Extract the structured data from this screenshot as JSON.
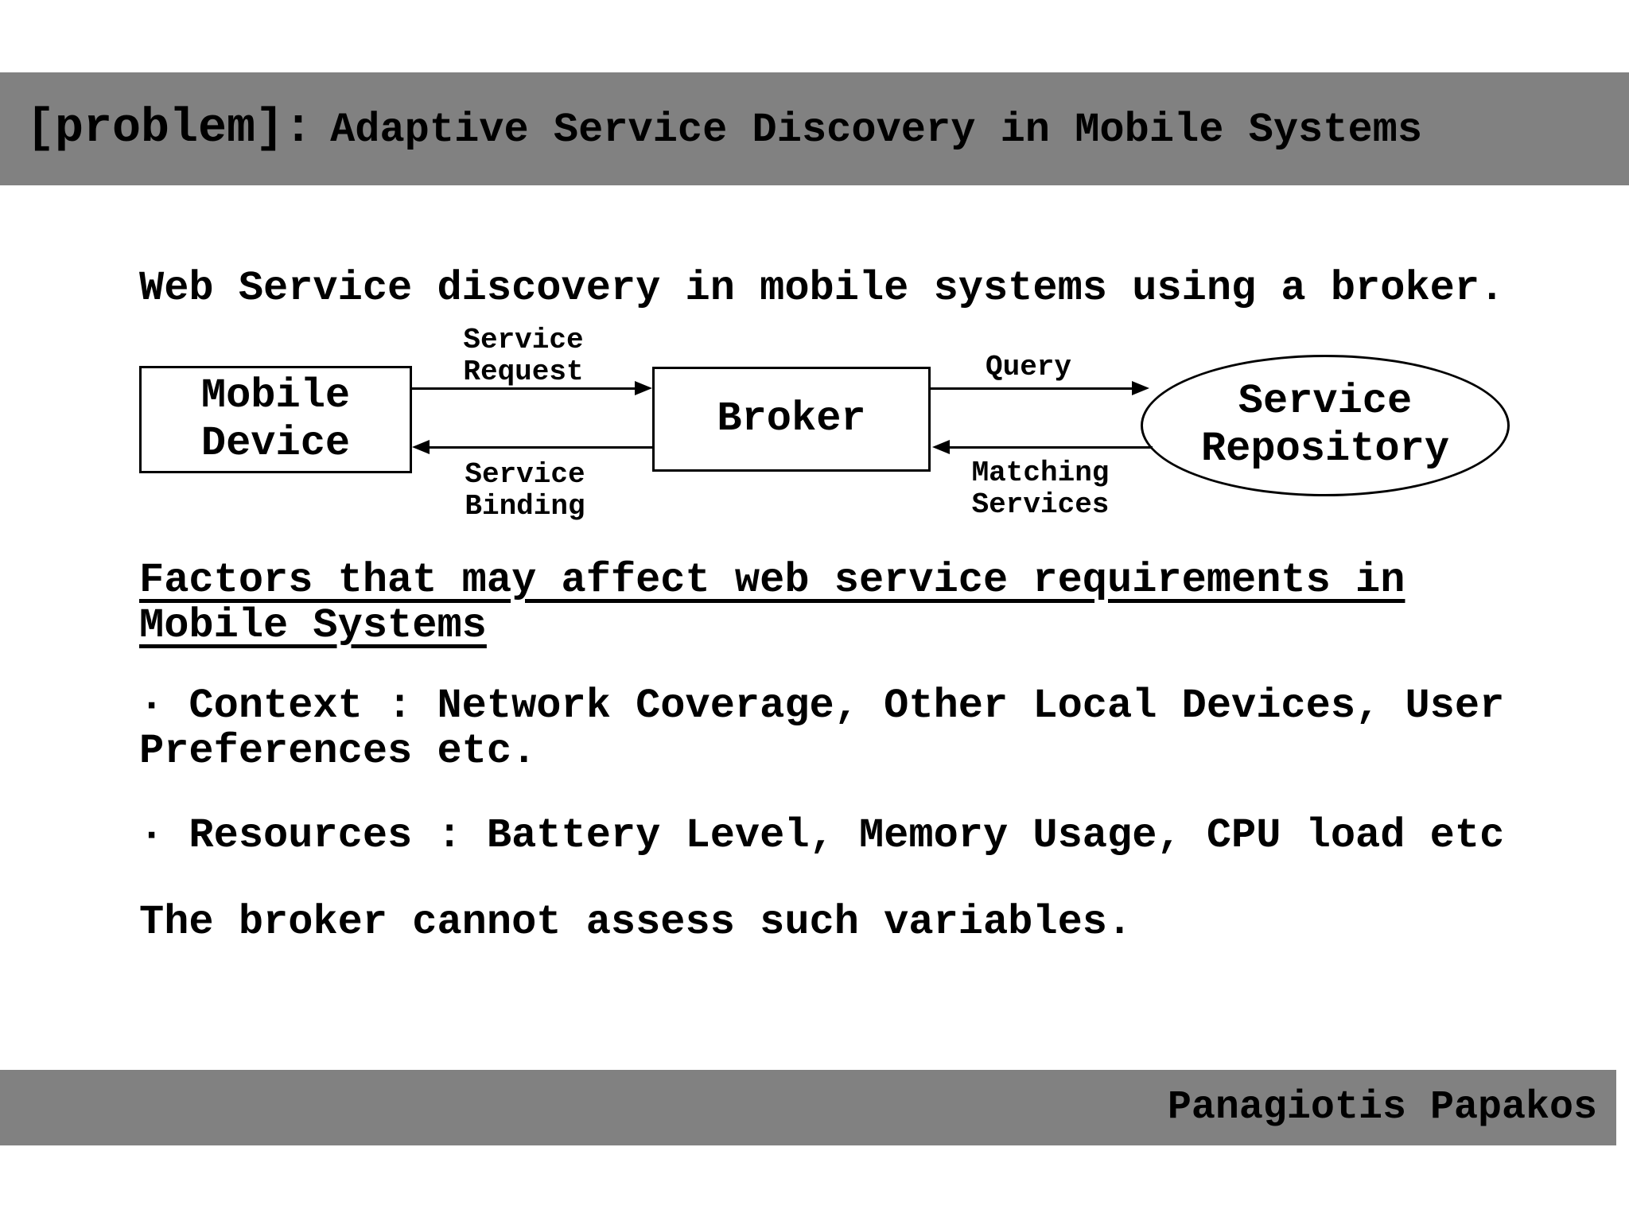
{
  "header": {
    "prefix": "[problem]:",
    "title": "Adaptive Service Discovery in Mobile Systems"
  },
  "intro": "Web Service discovery in mobile systems using a broker.",
  "diagram": {
    "nodes": {
      "mobile_device": "Mobile\nDevice",
      "broker": "Broker",
      "service_repository": "Service\nRepository"
    },
    "labels": {
      "service_request": "Service\nRequest",
      "service_binding": "Service\nBinding",
      "query": "Query",
      "matching_services": "Matching\nServices"
    }
  },
  "factors": {
    "heading": "Factors that may affect web service requirements in\nMobile Systems",
    "bullets": [
      "· Context : Network Coverage, Other Local Devices, User\nPreferences etc.",
      "· Resources : Battery Level, Memory Usage, CPU load etc"
    ],
    "closing": "The broker cannot assess such variables."
  },
  "footer": {
    "author": "Panagiotis Papakos"
  },
  "colors": {
    "bar": "#818181",
    "ink": "#000000",
    "background": "#ffffff"
  }
}
